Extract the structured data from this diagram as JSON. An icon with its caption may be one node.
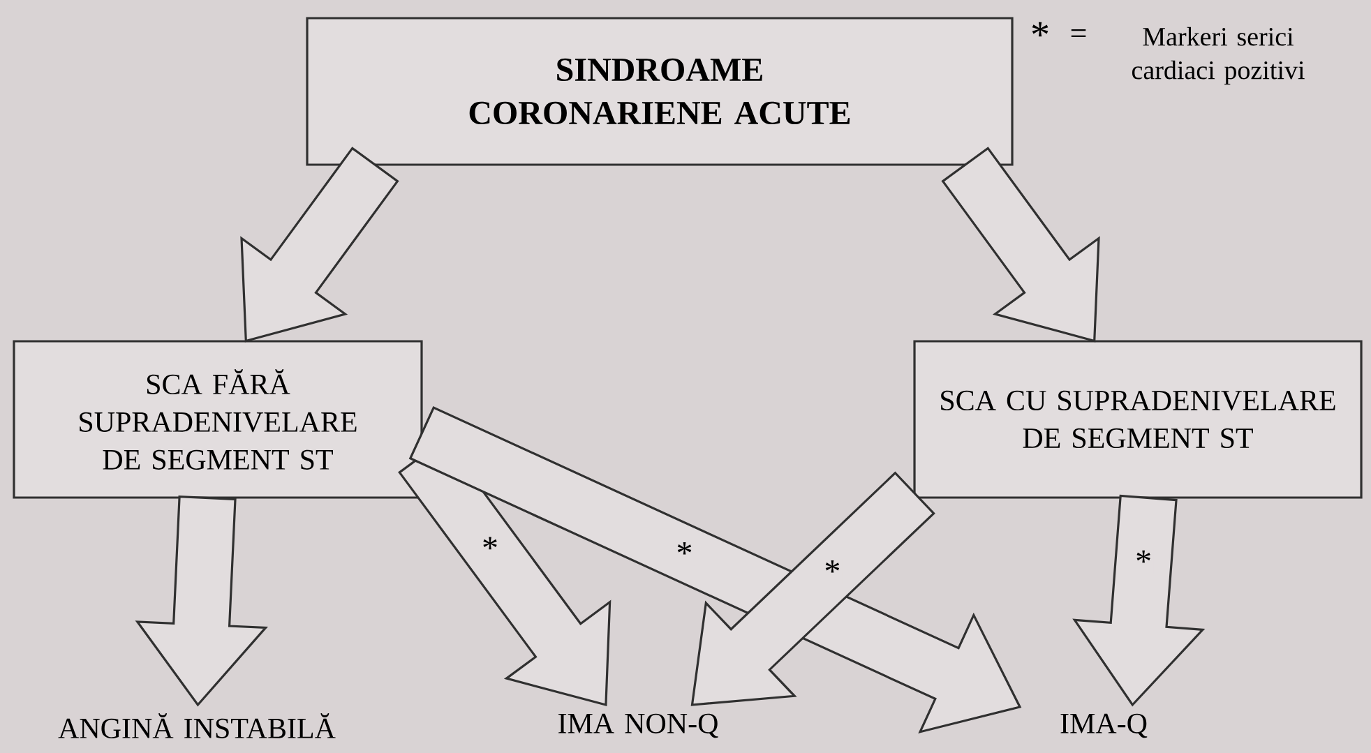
{
  "diagram": {
    "nodes": [
      {
        "text": [
          "SINDROAME CORONARIENE ACUTE"
        ]
      },
      {
        "text": [
          "SCA FĂRĂ SUPRADENIVELARE DE SEGMENT ST"
        ]
      },
      {
        "text": [
          "SCA CU SUPRADENIVELARE DE SEGMENT ST"
        ]
      },
      {
        "text": [
          "ANGINĂ INSTABILĂ"
        ]
      },
      {
        "text": [
          "IMA NON-Q"
        ]
      },
      {
        "text": [
          "IMA-Q"
        ]
      }
    ],
    "edges": [
      {
        "from": 0,
        "to": 1,
        "arrow": "to"
      },
      {
        "from": 0,
        "to": 2,
        "arrow": "to"
      },
      {
        "from": 1,
        "to": 3,
        "arrow": "to"
      },
      {
        "from": 1,
        "to": 4,
        "arrow": "to",
        "label": "*"
      },
      {
        "from": 1,
        "to": 5,
        "arrow": "to",
        "label": "*"
      },
      {
        "from": 2,
        "to": 4,
        "arrow": "to",
        "label": "*"
      },
      {
        "from": 2,
        "to": 5,
        "arrow": "to",
        "label": "*"
      }
    ],
    "labels": [
      "*",
      "=",
      "Markeri serici cardiaci pozitivi"
    ]
  }
}
